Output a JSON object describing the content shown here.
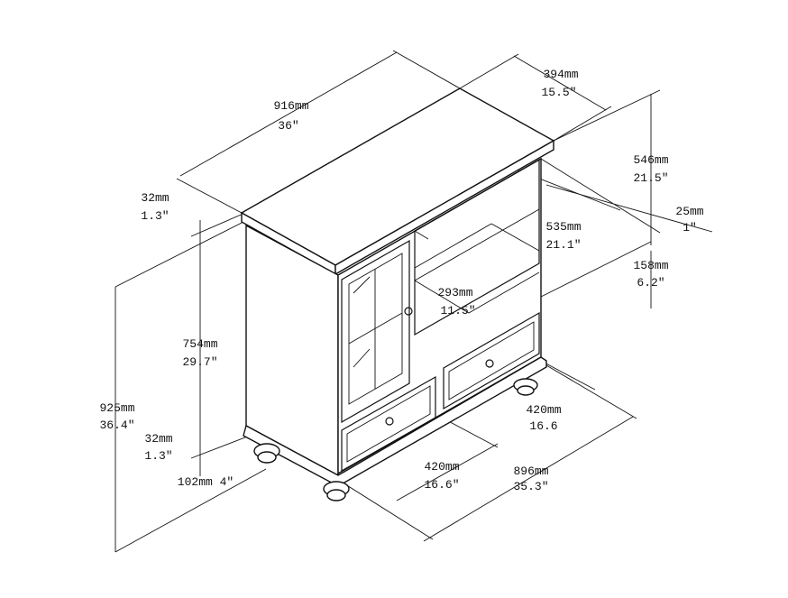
{
  "dimensions": {
    "width_top": {
      "mm": "916mm",
      "in": "36″"
    },
    "depth_top": {
      "mm": "394mm",
      "in": "15.5″"
    },
    "upper_height": {
      "mm": "546mm",
      "in": "21.5″"
    },
    "top_thickness_right": {
      "mm": "25mm",
      "in": "1″"
    },
    "top_thickness_left": {
      "mm": "32mm",
      "in": "1.3″"
    },
    "shelf_width": {
      "mm": "535mm",
      "in": "21.1″"
    },
    "shelf_gap": {
      "mm": "158mm",
      "in": "6.2″"
    },
    "shelf_depth": {
      "mm": "293mm",
      "in": "11.5″"
    },
    "body_height": {
      "mm": "754mm",
      "in": "29.7″"
    },
    "total_height": {
      "mm": "925mm",
      "in": "36.4″"
    },
    "base_thickness": {
      "mm": "32mm",
      "in": "1.3″"
    },
    "foot_height": {
      "text": "102mm 4″"
    },
    "drawer_right": {
      "mm": "420mm",
      "in": "16.6"
    },
    "drawer_left": {
      "mm": "420mm",
      "in": "16.6″"
    },
    "base_width": {
      "mm": "896mm",
      "in": "35.3″"
    }
  }
}
